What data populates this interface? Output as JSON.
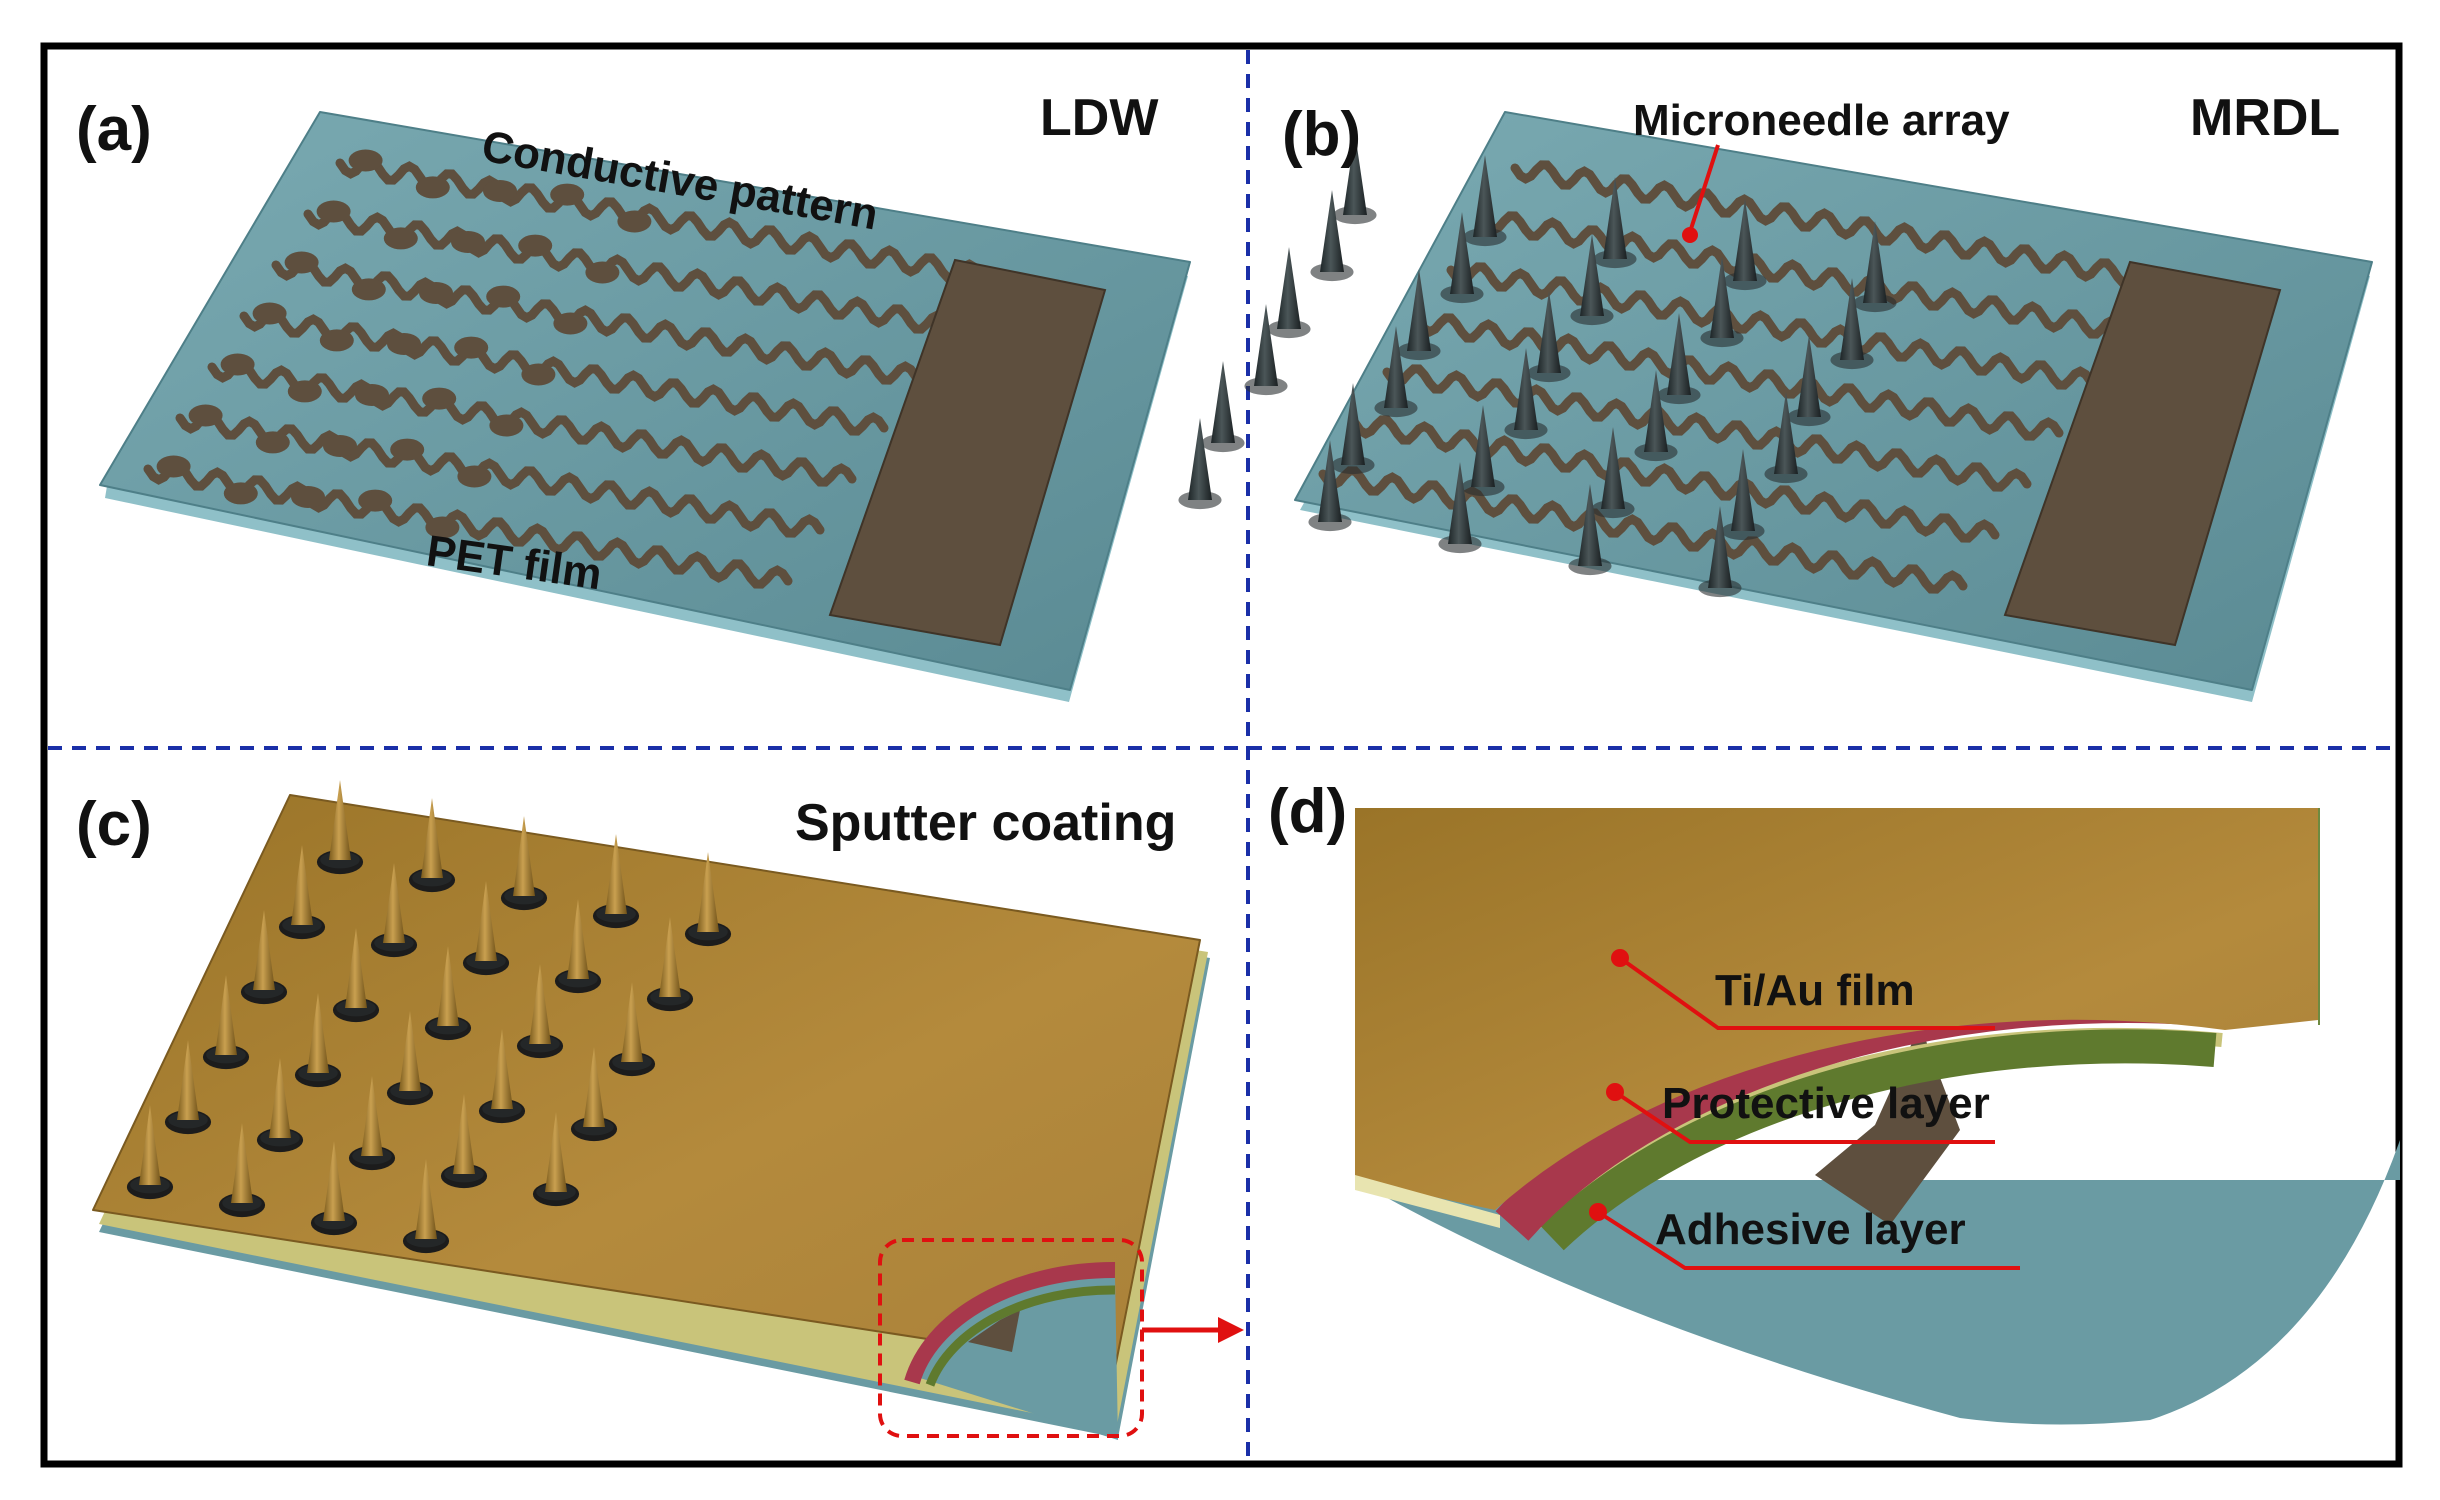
{
  "panels": {
    "a": {
      "letter": "(a)",
      "method": "LDW",
      "labels": {
        "pattern": "Conductive pattern",
        "film": "PET film"
      }
    },
    "b": {
      "letter": "(b)",
      "method": "MRDL",
      "labels": {
        "array": "Microneedle array"
      }
    },
    "c": {
      "letter": "(c)",
      "method": "Sputter coating"
    },
    "d": {
      "letter": "(d)",
      "labels": {
        "tiau": "Ti/Au film",
        "protective": "Protective layer",
        "adhesive": "Adhesive layer"
      }
    }
  },
  "colors": {
    "frame": "#000000",
    "divider": "#1a2fa8",
    "film": "#6a9ba3",
    "pattern": "#5e4f3e",
    "needle": "#2b3436",
    "gold": "#a98133",
    "tiau": "#a8384c",
    "protective": "#5f7a2e",
    "adhesive": "#c9c47a",
    "callout": "#e01010",
    "zoom": "#e01010"
  }
}
